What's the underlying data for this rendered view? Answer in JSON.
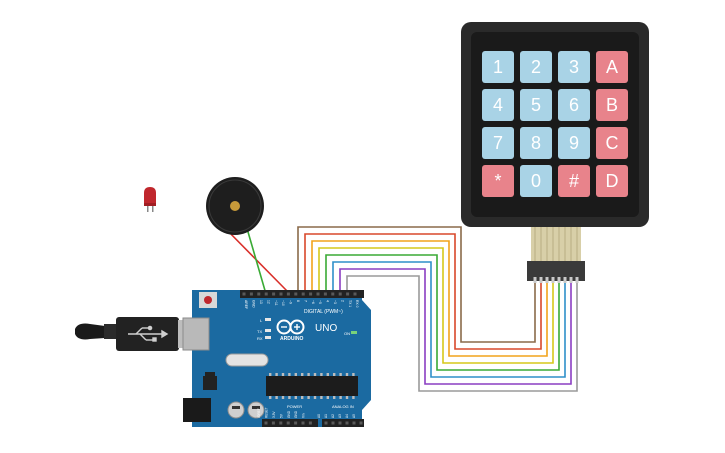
{
  "keypad": {
    "keys": [
      {
        "label": "1",
        "kind": "digit"
      },
      {
        "label": "2",
        "kind": "digit"
      },
      {
        "label": "3",
        "kind": "digit"
      },
      {
        "label": "A",
        "kind": "letter"
      },
      {
        "label": "4",
        "kind": "digit"
      },
      {
        "label": "5",
        "kind": "digit"
      },
      {
        "label": "6",
        "kind": "digit"
      },
      {
        "label": "B",
        "kind": "letter"
      },
      {
        "label": "7",
        "kind": "digit"
      },
      {
        "label": "8",
        "kind": "digit"
      },
      {
        "label": "9",
        "kind": "digit"
      },
      {
        "label": "C",
        "kind": "letter"
      },
      {
        "label": "*",
        "kind": "symbol"
      },
      {
        "label": "0",
        "kind": "digit"
      },
      {
        "label": "#",
        "kind": "symbol"
      },
      {
        "label": "D",
        "kind": "letter"
      }
    ],
    "colors": {
      "digit": "#a9d3e6",
      "letter": "#e8838b",
      "body": "#2a2a2a"
    }
  },
  "arduino": {
    "brand": "ARDUINO",
    "model": "UNO",
    "header_digital": "DIGITAL (PWM~)",
    "header_power": "POWER",
    "header_analog": "ANALOG IN",
    "on_label": "ON",
    "led_labels": {
      "l": "L",
      "tx": "TX",
      "rx": "RX"
    },
    "digital_pins": [
      "AREF",
      "GND",
      "13",
      "12",
      "~11",
      "~10",
      "~9",
      "8",
      "7",
      "~6",
      "~5",
      "4",
      "~3",
      "2",
      "TX 1",
      "RX 0"
    ],
    "power_pins": [
      "IOREF",
      "RESET",
      "3.3V",
      "5V",
      "GND",
      "GND",
      "Vin"
    ],
    "analog_pins": [
      "A0",
      "A1",
      "A2",
      "A3",
      "A4",
      "A5"
    ],
    "board_color": "#1b6aa1"
  },
  "wires": {
    "colors": [
      "#8a6a4a",
      "#d9482b",
      "#f2a31c",
      "#d6c81a",
      "#3aaa35",
      "#2e8fc9",
      "#8a3ec2",
      "#9a9a9a"
    ]
  },
  "buzzer": {
    "wire_colors": [
      "#d9302b",
      "#3aaa35"
    ]
  },
  "led": {
    "color": "#c0272d"
  }
}
